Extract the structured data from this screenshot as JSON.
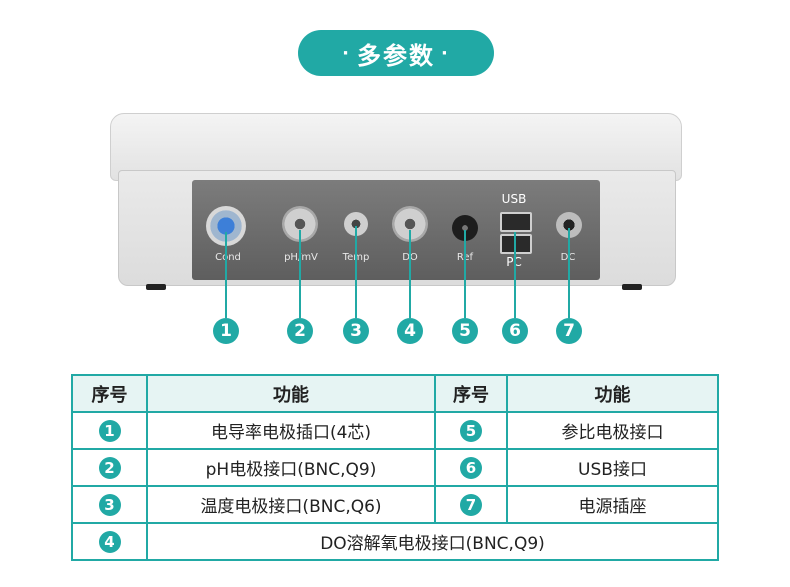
{
  "title": "多参数",
  "ports": {
    "cond": "Cond",
    "ph": "pH/mV",
    "temp": "Temp",
    "do": "DO",
    "ref": "Ref",
    "usb": "USB",
    "pc": "PC",
    "dc": "DC"
  },
  "callouts": [
    "1",
    "2",
    "3",
    "4",
    "5",
    "6",
    "7"
  ],
  "table": {
    "headers": [
      "序号",
      "功能",
      "序号",
      "功能"
    ],
    "rows": [
      {
        "n1": "1",
        "f1": "电导率电极插口(4芯)",
        "n2": "5",
        "f2": "参比电极接口"
      },
      {
        "n1": "2",
        "f1": "pH电极接口(BNC,Q9)",
        "n2": "6",
        "f2": "USB接口"
      },
      {
        "n1": "3",
        "f1": "温度电极接口(BNC,Q6)",
        "n2": "7",
        "f2": "电源插座"
      }
    ],
    "last_row": {
      "n": "4",
      "f": "DO溶解氧电极接口(BNC,Q9)"
    }
  },
  "colors": {
    "accent": "#21a9a5",
    "header_bg": "#e6f4f3"
  }
}
